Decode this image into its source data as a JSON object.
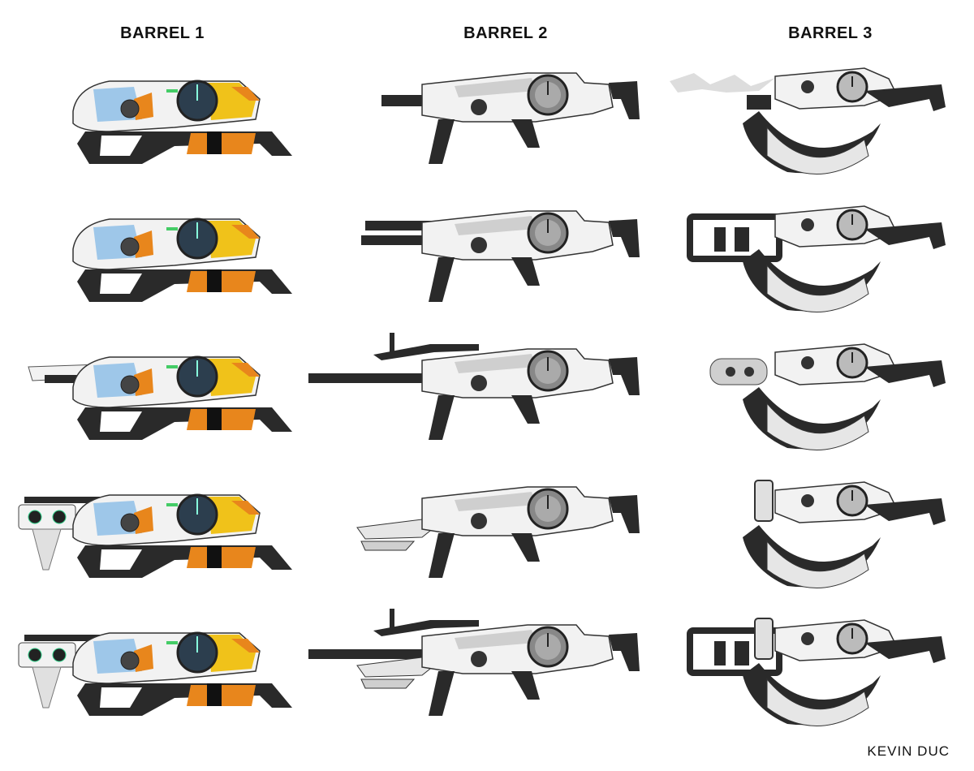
{
  "columns": [
    {
      "title": "BARREL 1"
    },
    {
      "title": "BARREL 2"
    },
    {
      "title": "BARREL 3"
    }
  ],
  "credit": "KEVIN DUC",
  "colors": {
    "orange": "#e8861c",
    "yellow": "#f0c21a",
    "blue": "#8fc0e8",
    "dark": "#2a2a2a",
    "grey": "#cfcfcf",
    "light": "#f2f2f2"
  },
  "rows": [
    {
      "b1": "standard",
      "b2": "short-barrel",
      "b3": "muzzle-flash"
    },
    {
      "b1": "standard",
      "b2": "double-barrel",
      "b3": "skeleton-frame"
    },
    {
      "b1": "top-rail",
      "b2": "long-carry-handle",
      "b3": "cylinder-muzzle"
    },
    {
      "b1": "scope-foregrip",
      "b2": "blade-bayonet",
      "b3": "vertical-sight"
    },
    {
      "b1": "scope-foregrip-alt",
      "b2": "long-blade",
      "b3": "skeleton-sight"
    }
  ]
}
